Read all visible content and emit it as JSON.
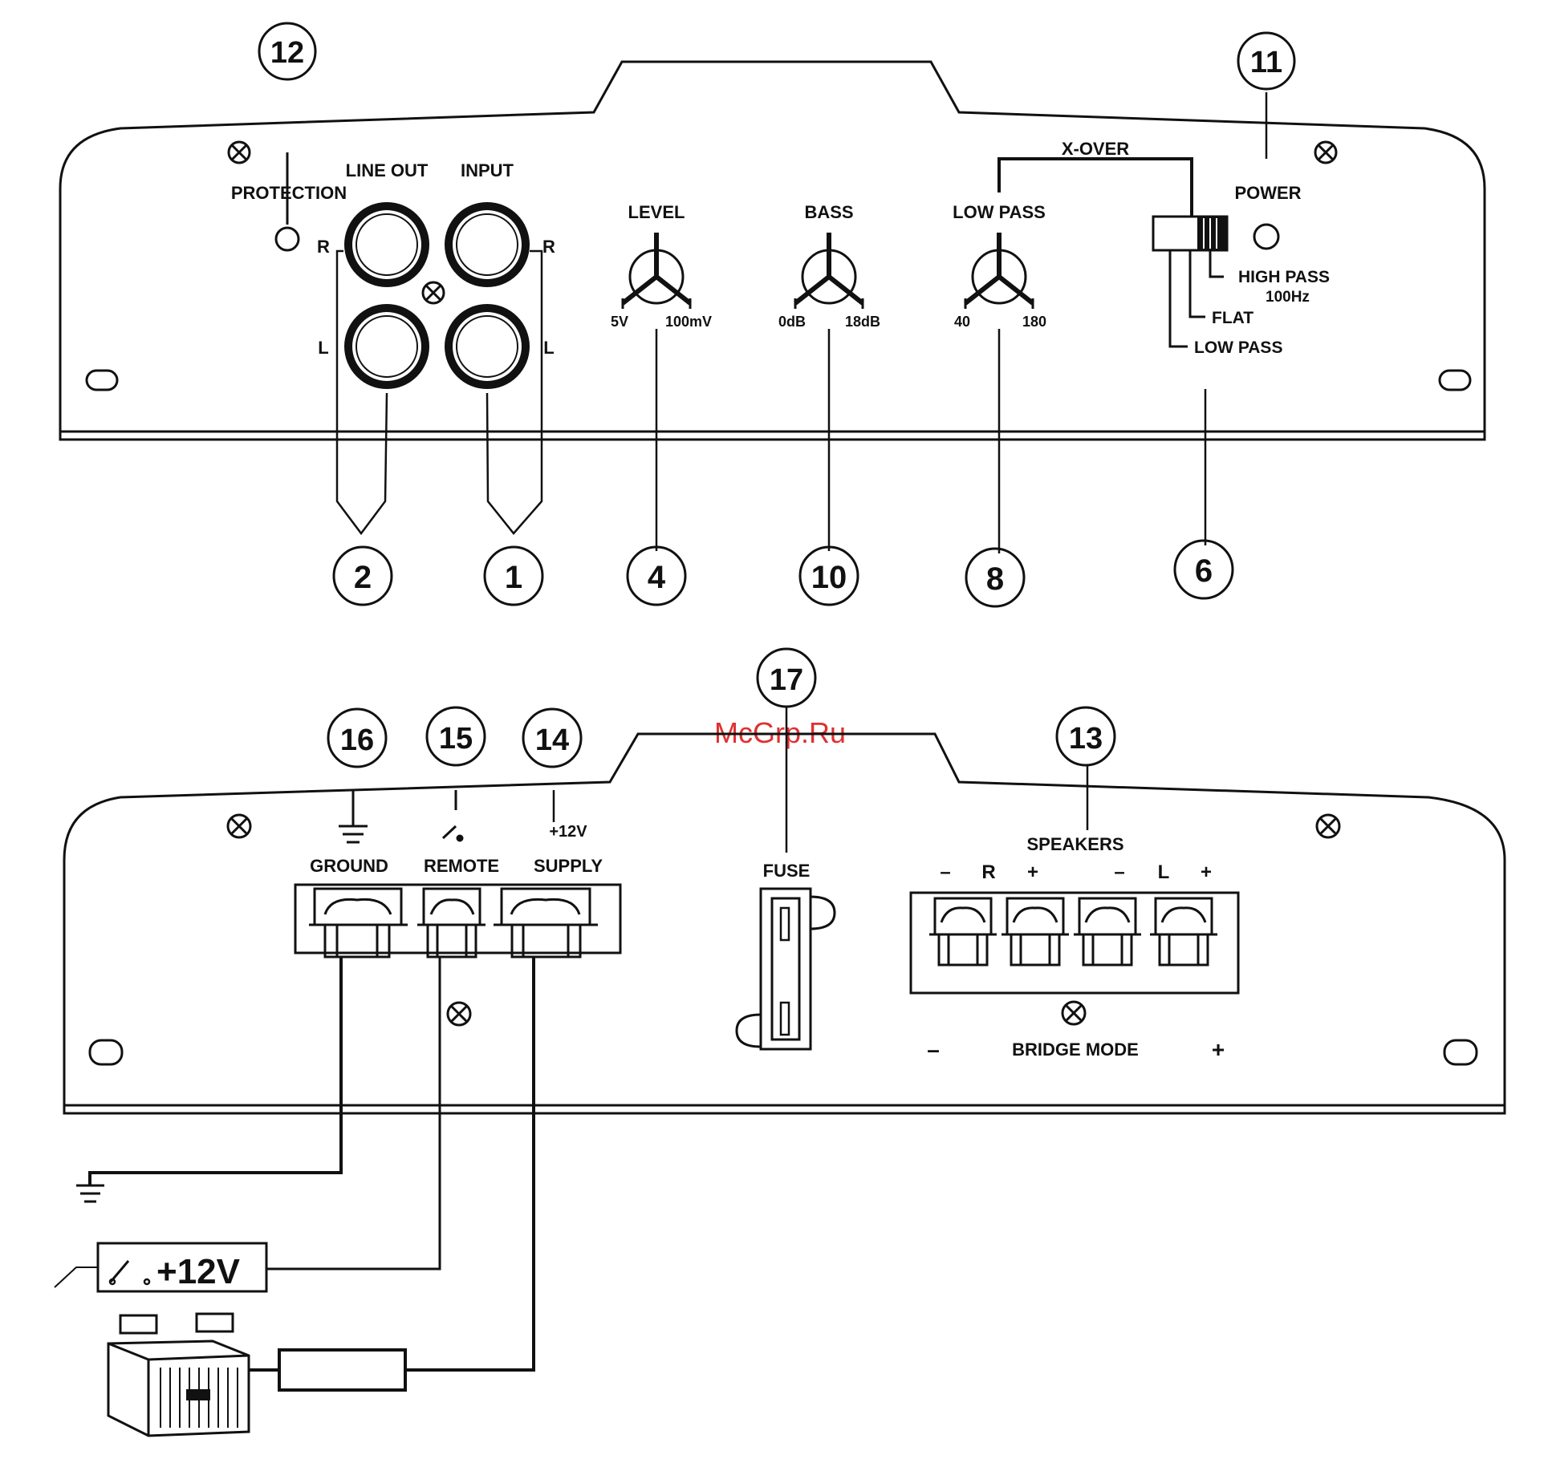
{
  "watermark": "McGrp.Ru",
  "top_panel": {
    "labels": {
      "protection": "PROTECTION",
      "line_out": "LINE OUT",
      "input": "INPUT",
      "level": "LEVEL",
      "bass": "BASS",
      "low_pass": "LOW PASS",
      "x_over": "X-OVER",
      "power": "POWER",
      "high_pass": "HIGH PASS",
      "high_pass_freq": "100Hz",
      "flat": "FLAT",
      "low_pass_switch": "LOW PASS",
      "r_left": "R",
      "l_left": "L",
      "r_right": "R",
      "l_right": "L",
      "level_min": "5V",
      "level_max": "100mV",
      "bass_min": "0dB",
      "bass_max": "18dB",
      "lp_min": "40",
      "lp_max": "180"
    },
    "callouts": [
      "12",
      "11",
      "2",
      "1",
      "4",
      "10",
      "8",
      "6"
    ]
  },
  "bottom_panel": {
    "labels": {
      "ground": "GROUND",
      "remote": "REMOTE",
      "supply": "SUPPLY",
      "plus12v": "+12V",
      "fuse": "FUSE",
      "speakers": "SPEAKERS",
      "bridge_mode": "BRIDGE MODE",
      "spk_minus_1": "–",
      "spk_r": "R",
      "spk_plus_1": "+",
      "spk_minus_2": "–",
      "spk_l": "L",
      "spk_plus_2": "+",
      "bridge_minus": "–",
      "bridge_plus": "+",
      "remote_switch_voltage": "+12V"
    },
    "callouts": [
      "17",
      "16",
      "15",
      "14",
      "13"
    ]
  }
}
